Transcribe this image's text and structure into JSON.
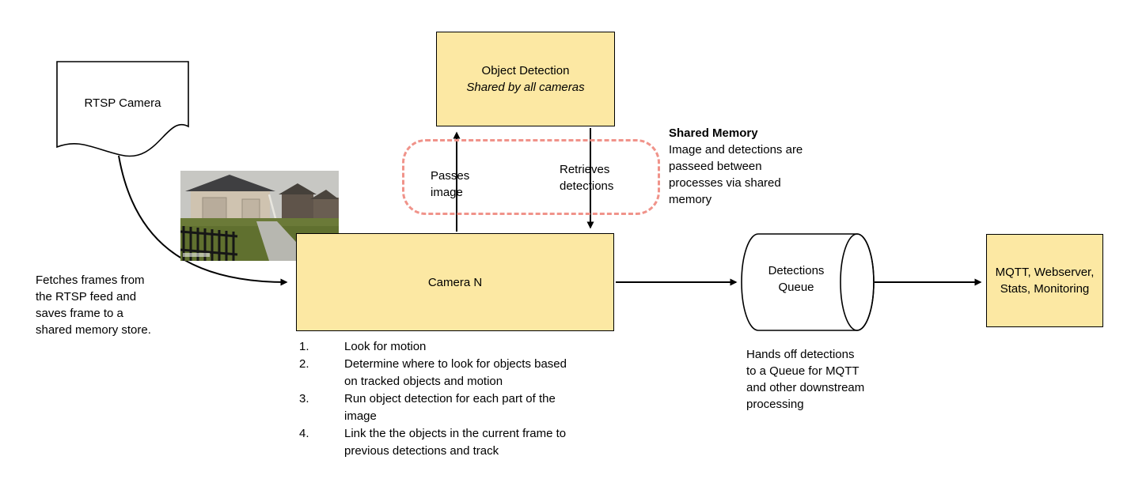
{
  "diagram": {
    "rtsp_camera": {
      "label": "RTSP Camera"
    },
    "fetches_note": "Fetches frames from the RTSP feed and saves frame to a shared memory store.",
    "object_detection": {
      "title": "Object Detection",
      "subtitle": "Shared by all cameras"
    },
    "shared_memory_region": {
      "passes_label": "Passes image",
      "retrieves_label": "Retrieves detections"
    },
    "shared_memory_note": {
      "title": "Shared Memory",
      "body": "Image and detections are passeed between processes via shared memory"
    },
    "camera_n": {
      "label": "Camera N"
    },
    "camera_steps": [
      {
        "num": "1.",
        "text": "Look for motion"
      },
      {
        "num": "2.",
        "text": "Determine where to look for objects based on tracked objects and motion"
      },
      {
        "num": "3.",
        "text": "Run object detection for each part of the image"
      },
      {
        "num": "4.",
        "text": "Link the the objects in the current frame to previous detections and track"
      }
    ],
    "detections_queue": {
      "label": "Detections Queue"
    },
    "hands_off_note": "Hands off detections to a Queue for MQTT and other downstream processing",
    "mqtt_box": {
      "label": "MQTT, Webserver, Stats, Monitoring"
    },
    "colors": {
      "box_fill": "#fce8a3",
      "box_border": "#000000",
      "shared_memory_dashed": "#f0938a",
      "arrow": "#000000"
    }
  }
}
